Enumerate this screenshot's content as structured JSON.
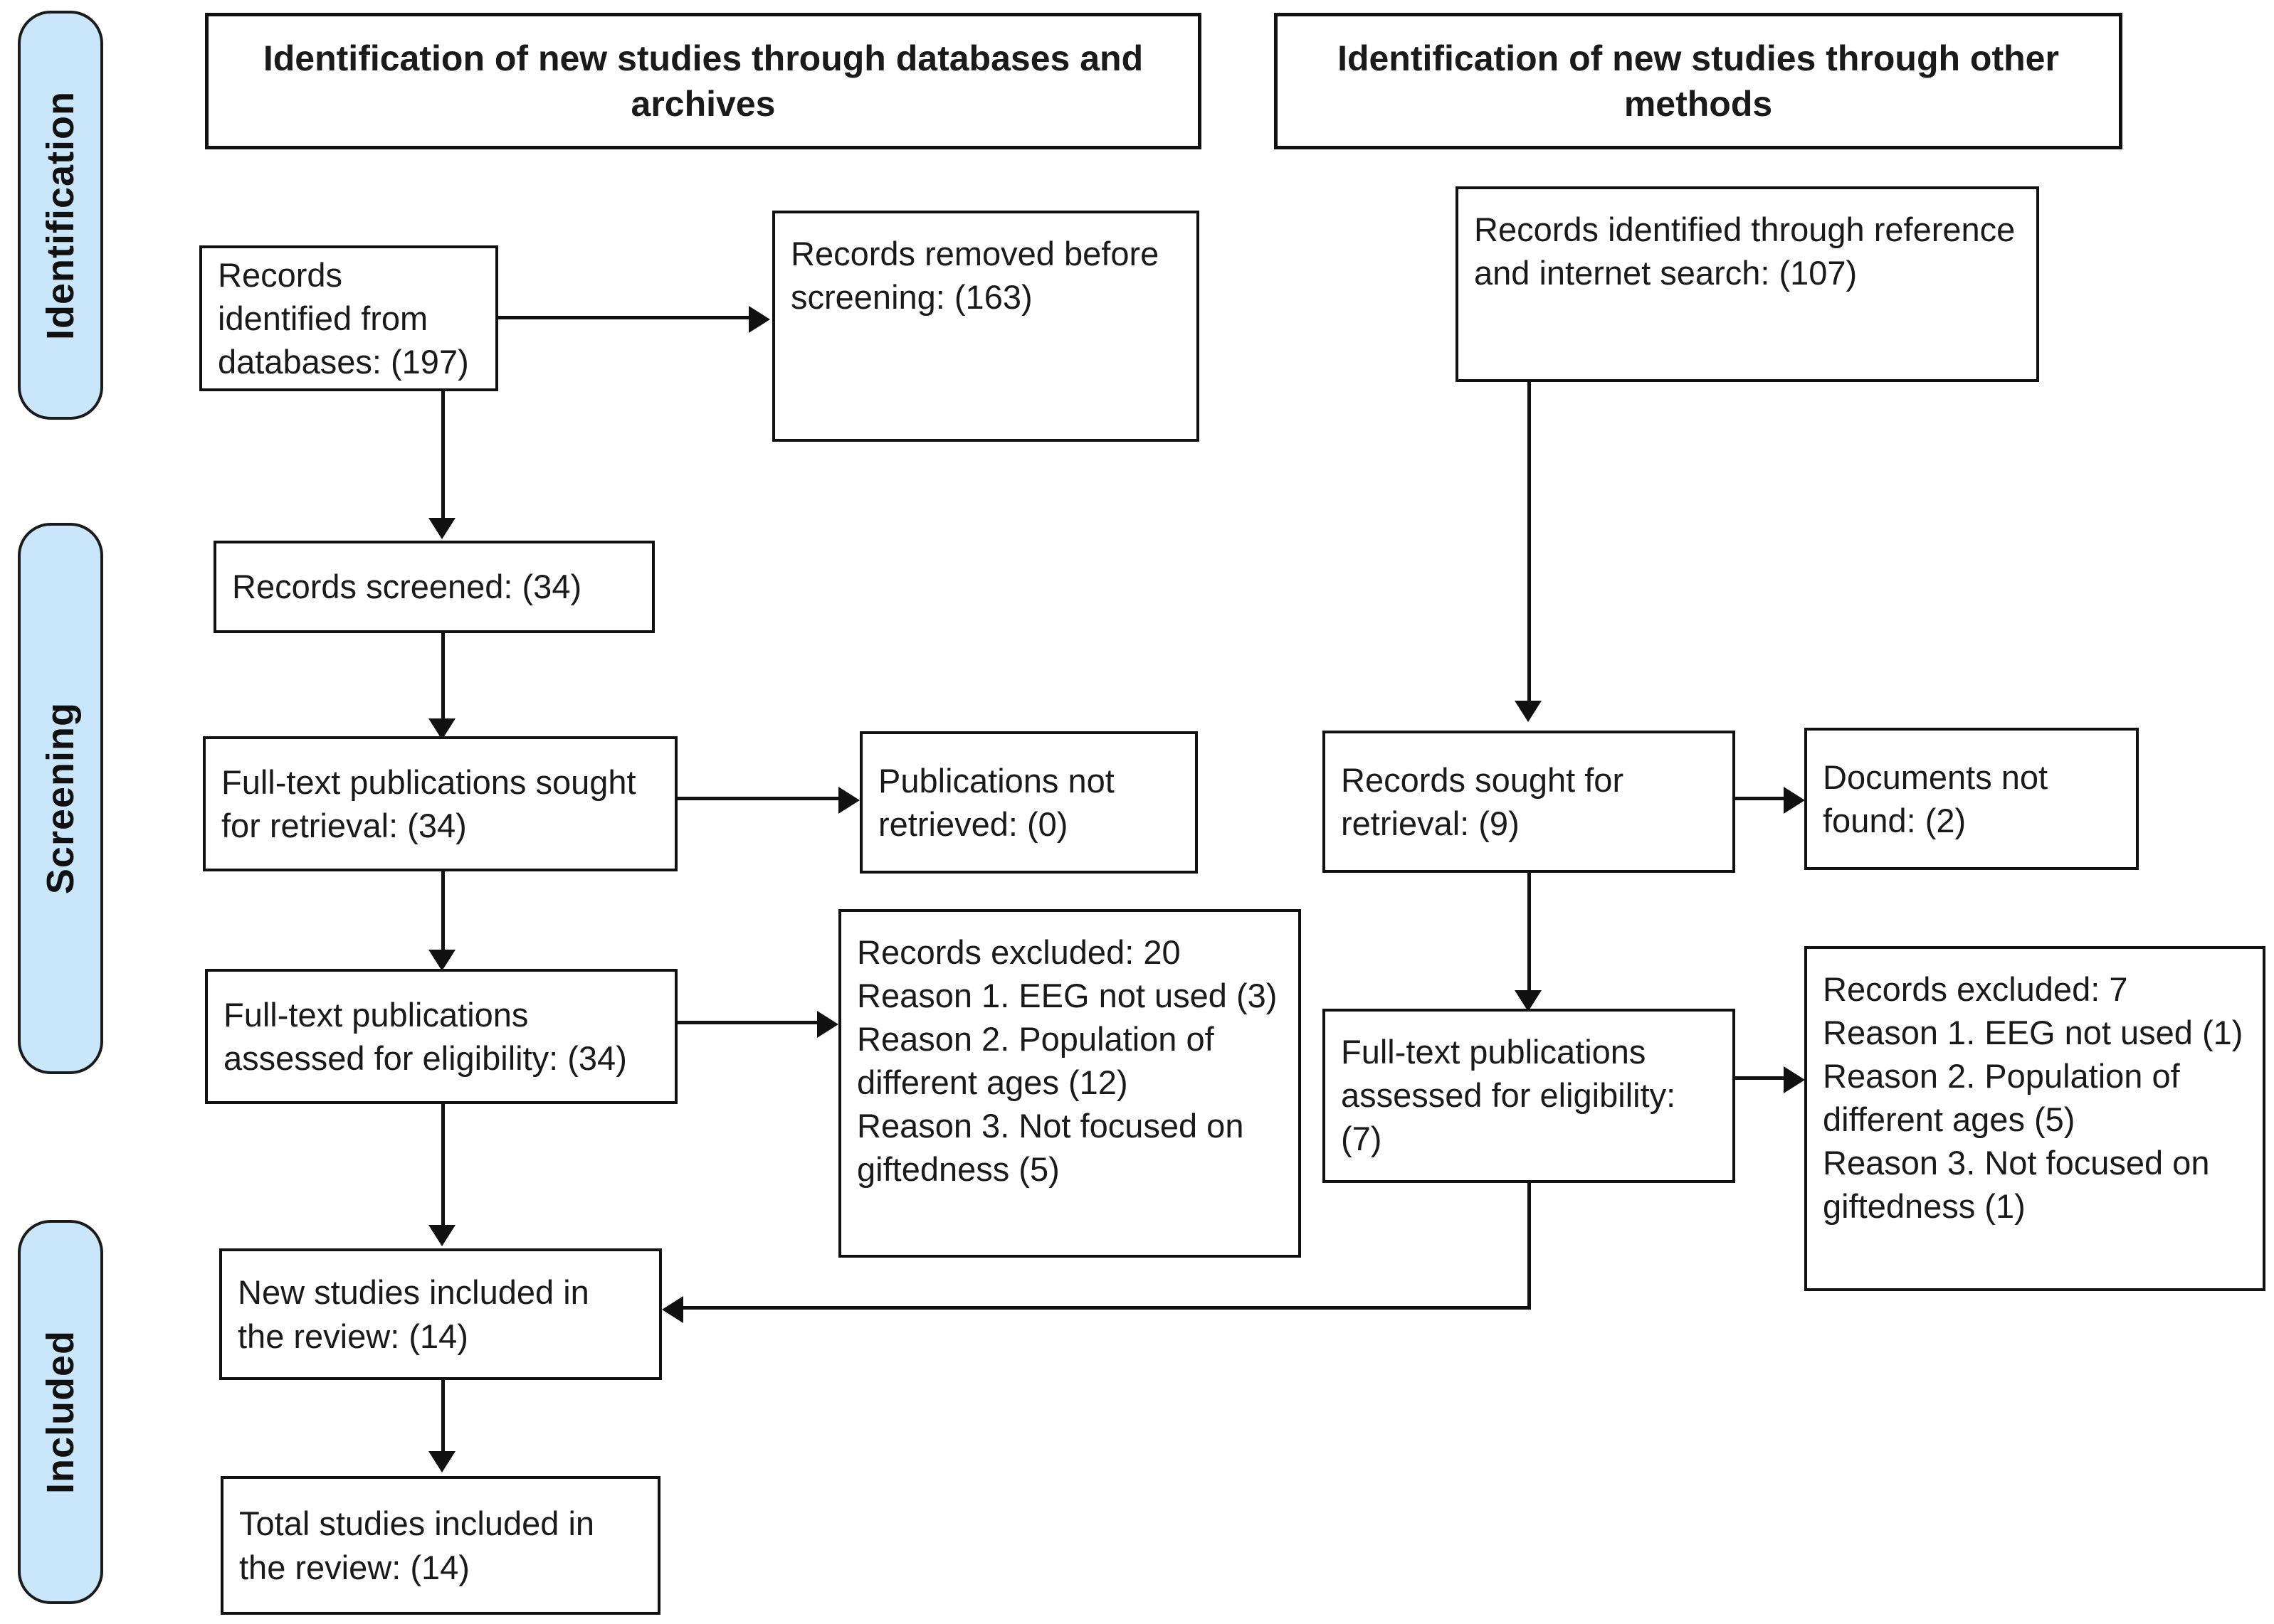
{
  "diagram": {
    "title": "PRISMA flow diagram",
    "accent_color": "#c9e6fa",
    "line_color": "#111111"
  },
  "stages": [
    {
      "label": "Identification"
    },
    {
      "label": "Screening"
    },
    {
      "label": "Included"
    }
  ],
  "headers": [
    {
      "label": "Identification of new studies through databases and archives"
    },
    {
      "label": "Identification of new studies through other methods"
    }
  ],
  "boxes": {
    "records_identified_databases": "Records identified from databases: (197)",
    "records_removed_before_screening": "Records removed before screening: (163)",
    "records_identified_other": "Records identified through reference and internet search: (107)",
    "records_screened": "Records screened: (34)",
    "fulltext_sought_left": "Full-text publications sought for retrieval: (34)",
    "publications_not_retrieved": "Publications not retrieved: (0)",
    "records_sought_right": "Records sought for retrieval: (9)",
    "documents_not_found": "Documents not found: (2)",
    "fulltext_assessed_left": "Full-text publications assessed for eligibility: (34)",
    "records_excluded_left": "Records excluded: 20\nReason 1. EEG not used (3)\nReason 2. Population of different ages (12)\nReason 3. Not focused on giftedness (5)",
    "fulltext_assessed_right": "Full-text publications assessed for eligibility: (7)",
    "records_excluded_right": "Records excluded: 7\nReason 1. EEG not used (1)\nReason 2. Population of different ages (5)\nReason 3. Not focused on giftedness (1)",
    "new_studies_included": "New studies included in the review: (14)",
    "total_studies_included": "Total studies included in the review: (14)"
  },
  "counts": {
    "records_identified_databases": 197,
    "records_removed_before_screening": 163,
    "records_identified_other": 107,
    "records_screened": 34,
    "fulltext_sought_left": 34,
    "publications_not_retrieved": 0,
    "records_sought_right": 9,
    "documents_not_found": 2,
    "fulltext_assessed_left": 34,
    "records_excluded_left_total": 20,
    "records_excluded_left_reason1": 3,
    "records_excluded_left_reason2": 12,
    "records_excluded_left_reason3": 5,
    "fulltext_assessed_right": 7,
    "records_excluded_right_total": 7,
    "records_excluded_right_reason1": 1,
    "records_excluded_right_reason2": 5,
    "records_excluded_right_reason3": 1,
    "new_studies_included": 14,
    "total_studies_included": 14
  }
}
